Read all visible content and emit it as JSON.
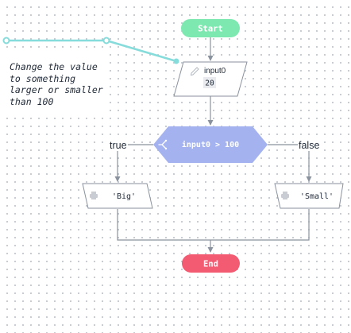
{
  "colors": {
    "start": "#7ee8b1",
    "end": "#f35b72",
    "decision": "#a4b3ef",
    "edge": "#8a929e",
    "comment_link": "#86dcda",
    "node_border": "#8a929e"
  },
  "nodes": {
    "start": {
      "label": "Start"
    },
    "input": {
      "icon": "pencil-icon",
      "label": "input0",
      "value": "20"
    },
    "decision": {
      "icon": "branch-icon",
      "label": "input0 > 100"
    },
    "output_big": {
      "icon": "printer-icon",
      "label": "'Big'"
    },
    "output_small": {
      "icon": "printer-icon",
      "label": "'Small'"
    },
    "end": {
      "label": "End"
    }
  },
  "branches": {
    "true_label": "true",
    "false_label": "false"
  },
  "comment": {
    "text": "Change the value to something larger or smaller than 100"
  }
}
